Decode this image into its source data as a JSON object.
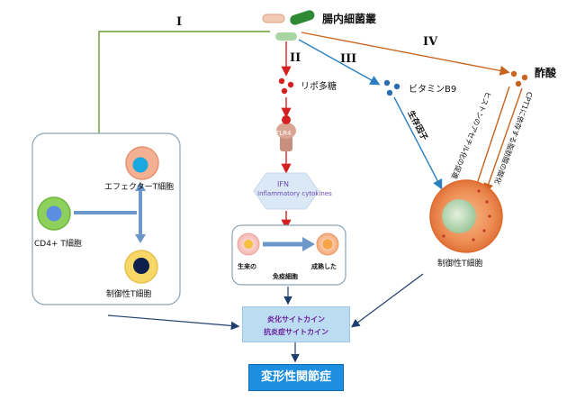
{
  "labels": {
    "gut_bacteria": "腸内細菌叢",
    "roman_1": "I",
    "roman_2": "II",
    "roman_3": "III",
    "roman_4": "IV",
    "lps": "リポ多糖",
    "vitamin_b9": "ビタミンB9",
    "acetate": "酢酸",
    "tlr4": "TLR4",
    "ifn": "IFN",
    "inflammatory_cytokines": "Inflammatory cytokines",
    "effector_t": "エフェクターT細胞",
    "cd4_t": "CD4+ T細胞",
    "treg_left": "制御性T細胞",
    "treg_right": "制御性T細胞",
    "naive_immune": "生来の",
    "activated": "成熟した",
    "immune_cells": "免疫細胞",
    "survival": "生存因子",
    "histone": "ヒストンのアセチル化の促進",
    "cpt1": "CPT1に依存する脂肪酸の酸化",
    "cytokine_1": "炎化サイトカイン",
    "cytokine_2": "抗炎症サイトカイン",
    "disease": "変形性関節症"
  },
  "colors": {
    "green_arrow": "#6a9a2e",
    "red_arrow": "#d42020",
    "blue_arrow": "#2a7fc0",
    "orange_arrow": "#c8641e",
    "dark_arrow": "#1f3e6e"
  }
}
